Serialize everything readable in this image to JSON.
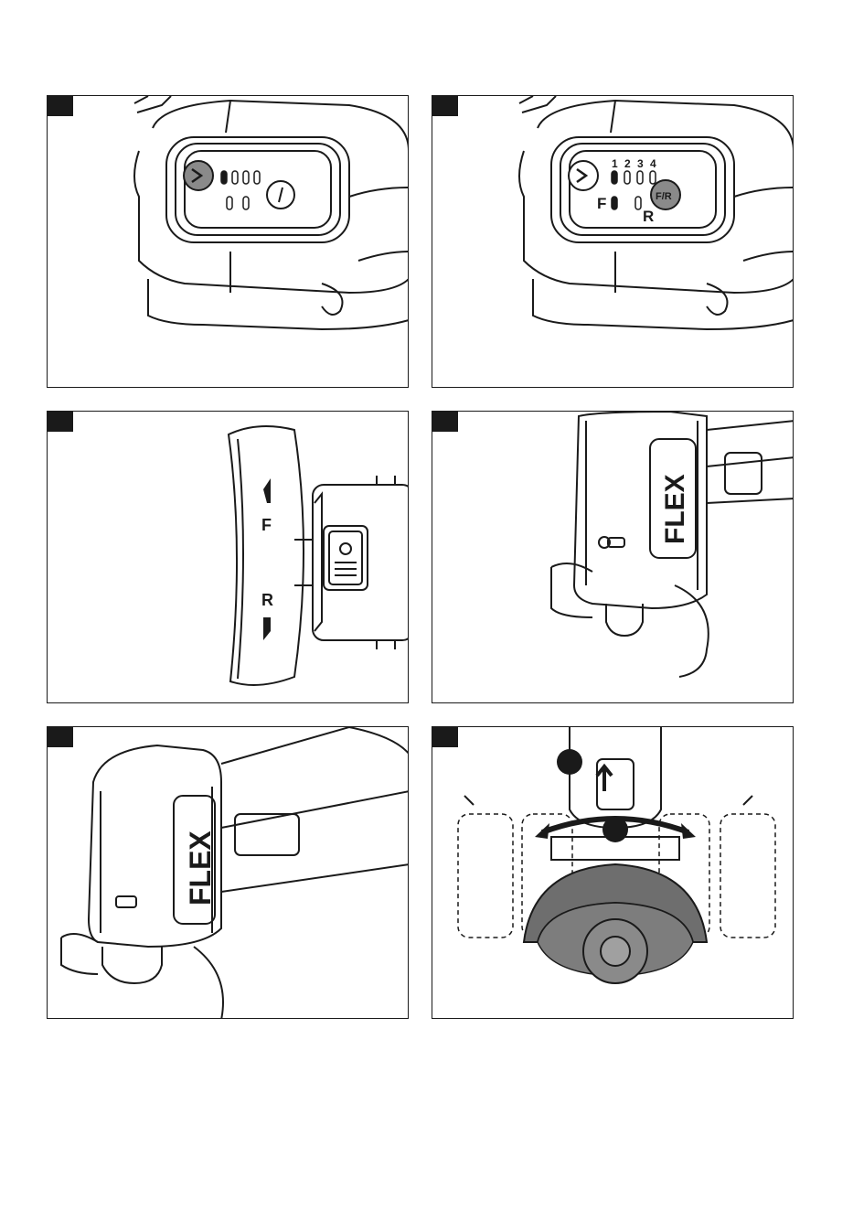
{
  "panel1": {
    "led_labels": []
  },
  "panel2": {
    "speed_numbers": [
      "1",
      "2",
      "3",
      "4"
    ],
    "forward_letter": "F",
    "reverse_letter": "R",
    "button_label": "F/R"
  },
  "panel3": {
    "forward_letter": "F",
    "reverse_letter": "R"
  },
  "panel4": {
    "brand": "FLEX"
  },
  "panel5": {
    "brand": "FLEX"
  },
  "panel6": {
    "callouts": []
  },
  "colors": {
    "line": "#1a1a1a",
    "guard": "#6e6e6e",
    "button": "#8a8a8a",
    "led": "#ffffff"
  }
}
